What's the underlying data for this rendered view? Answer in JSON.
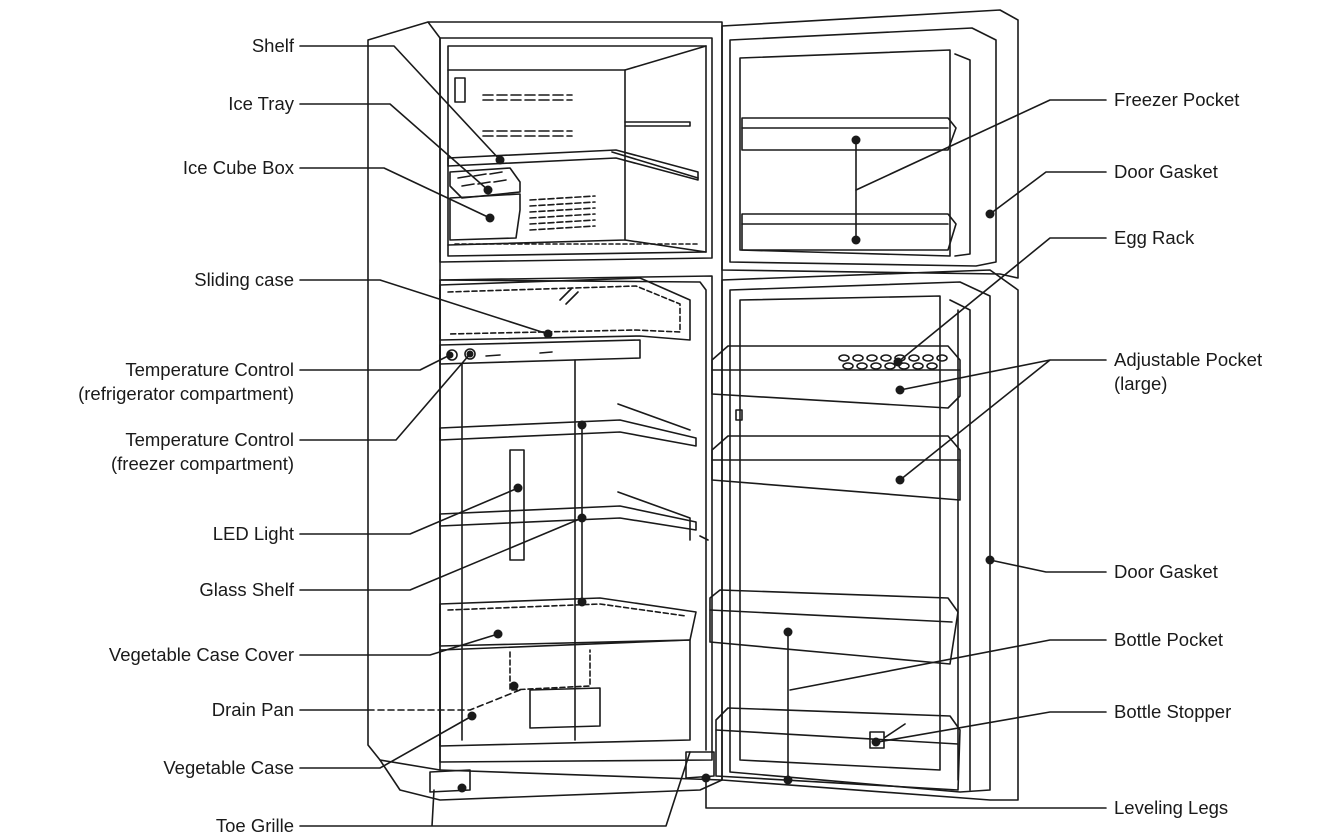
{
  "labels": {
    "shelf": "Shelf",
    "ice_tray": "Ice Tray",
    "ice_cube_box": "Ice Cube Box",
    "sliding_case": "Sliding case",
    "temp_control_fridge": "Temperature Control",
    "temp_control_fridge_sub": "(refrigerator compartment)",
    "temp_control_freezer": "Temperature Control",
    "temp_control_freezer_sub": "(freezer compartment)",
    "led_light": "LED Light",
    "glass_shelf": "Glass Shelf",
    "vegetable_case_cover": "Vegetable Case Cover",
    "drain_pan": "Drain Pan",
    "vegetable_case": "Vegetable Case",
    "toe_grille": "Toe Grille",
    "freezer_pocket": "Freezer Pocket",
    "door_gasket_top": "Door Gasket",
    "egg_rack": "Egg Rack",
    "adjustable_pocket": "Adjustable Pocket",
    "adjustable_pocket_sub": "(large)",
    "door_gasket_bottom": "Door Gasket",
    "bottle_pocket": "Bottle Pocket",
    "bottle_stopper": "Bottle Stopper",
    "leveling_legs": "Leveling Legs"
  },
  "colors": {
    "line": "#1a1a1a",
    "background": "#ffffff"
  }
}
